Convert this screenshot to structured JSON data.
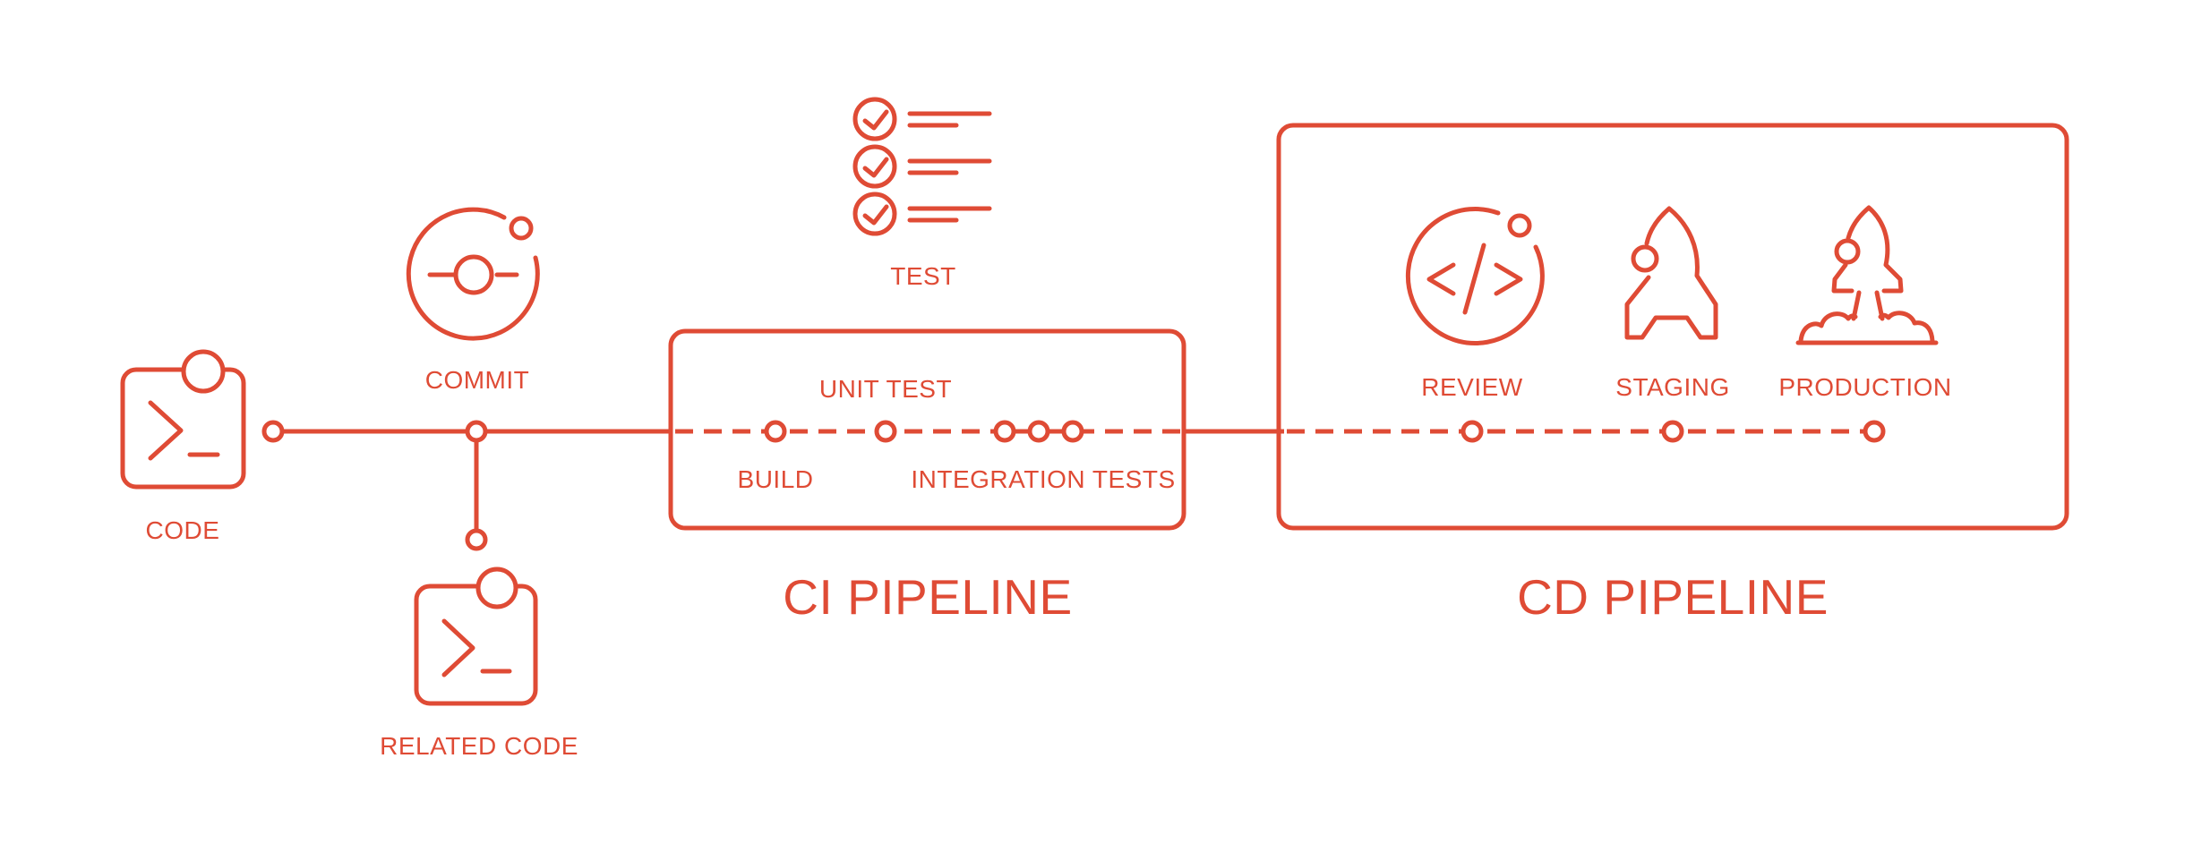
{
  "diagram": {
    "accent_color": "#df4b35",
    "background_color": "#ffffff",
    "nodes": {
      "code": {
        "label": "CODE",
        "icon": "terminal-icon"
      },
      "commit": {
        "label": "COMMIT",
        "icon": "commit-orbit-icon"
      },
      "related_code": {
        "label": "RELATED CODE",
        "icon": "terminal-icon"
      },
      "test": {
        "label": "TEST",
        "icon": "checklist-icon"
      }
    },
    "ci_pipeline": {
      "title": "CI PIPELINE",
      "steps": [
        {
          "label": "BUILD"
        },
        {
          "label": "UNIT TEST"
        },
        {
          "label": "INTEGRATION TESTS"
        }
      ]
    },
    "cd_pipeline": {
      "title": "CD PIPELINE",
      "steps": [
        {
          "label": "REVIEW",
          "icon": "code-review-icon"
        },
        {
          "label": "STAGING",
          "icon": "rocket-icon"
        },
        {
          "label": "PRODUCTION",
          "icon": "rocket-launch-icon"
        }
      ]
    }
  }
}
